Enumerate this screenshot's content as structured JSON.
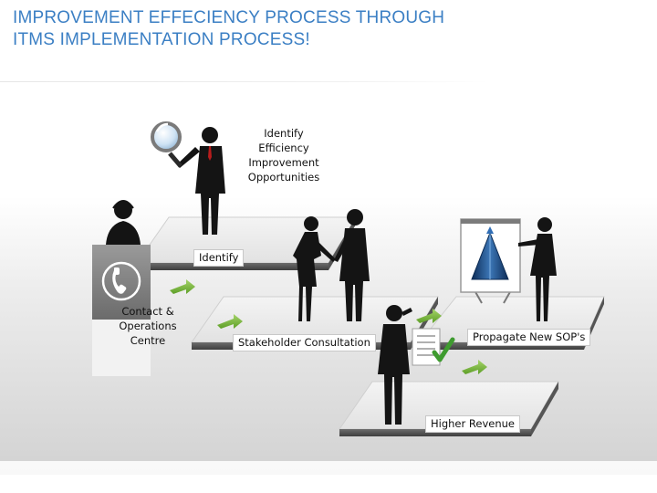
{
  "title": {
    "line1": "IMPROVEMENT EFFECIENCY PROCESS THROUGH",
    "line2": "ITMS IMPLEMENTATION PROCESS!"
  },
  "diagram": {
    "steps": [
      {
        "label": "Identify"
      },
      {
        "label": "Stakeholder Consultation"
      },
      {
        "label": "Propagate New SOP's"
      },
      {
        "label": "Higher Revenue"
      }
    ],
    "identify_opportunities": [
      "Identify",
      "Efficiency",
      "Improvement",
      "Opportunities"
    ],
    "contact_centre": [
      "Contact &",
      "Operations",
      "Centre"
    ]
  }
}
